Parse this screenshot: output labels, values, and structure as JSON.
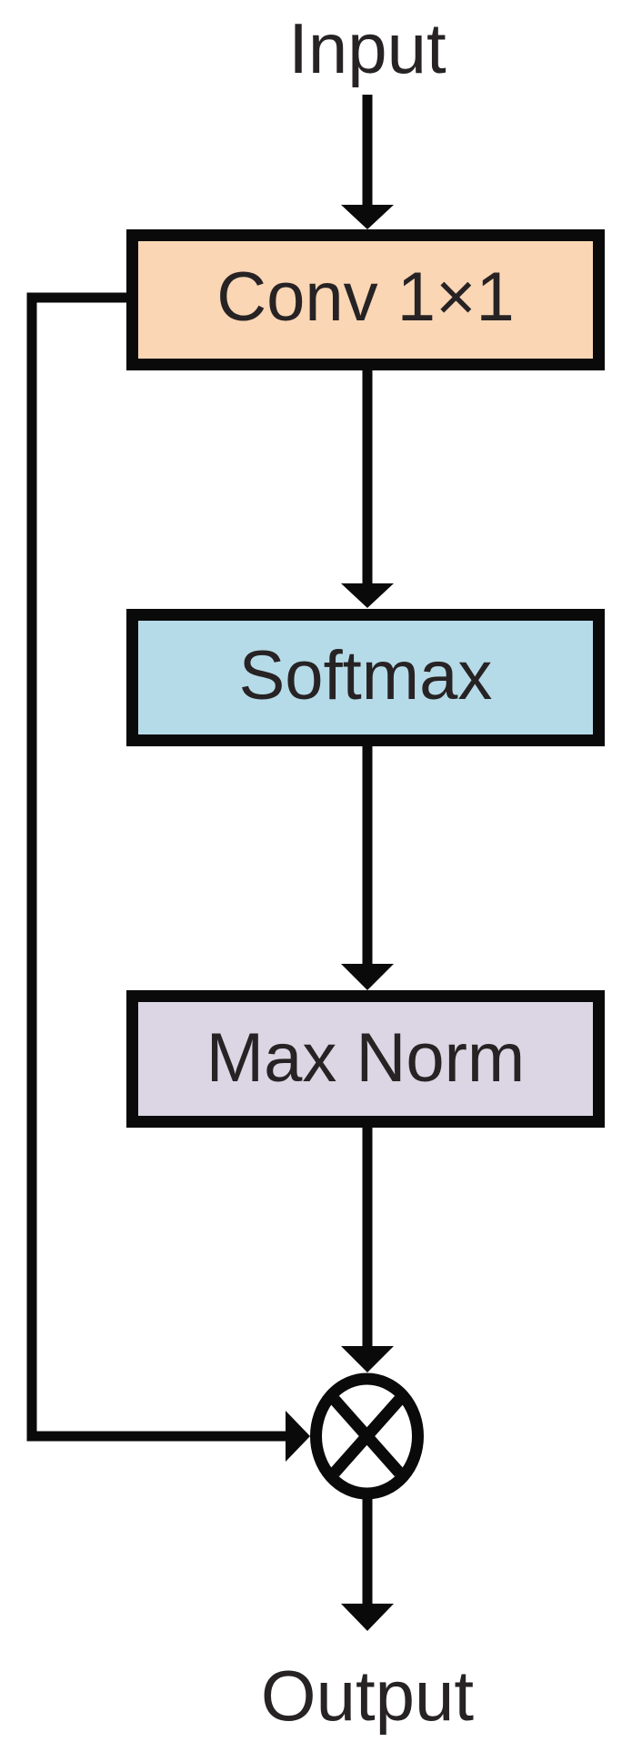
{
  "diagram": {
    "input_label": "Input",
    "output_label": "Output",
    "nodes": [
      {
        "label": "Conv 1×1",
        "fill": "#fad6b5"
      },
      {
        "label": "Softmax",
        "fill": "#b6dbe8"
      },
      {
        "label": "Max Norm",
        "fill": "#dcd5e4"
      }
    ],
    "operator": {
      "symbol": "⊗",
      "name": "element-wise multiply"
    },
    "colors": {
      "line": "#0a0a0a",
      "text": "#272324",
      "background": "#ffffff"
    }
  }
}
